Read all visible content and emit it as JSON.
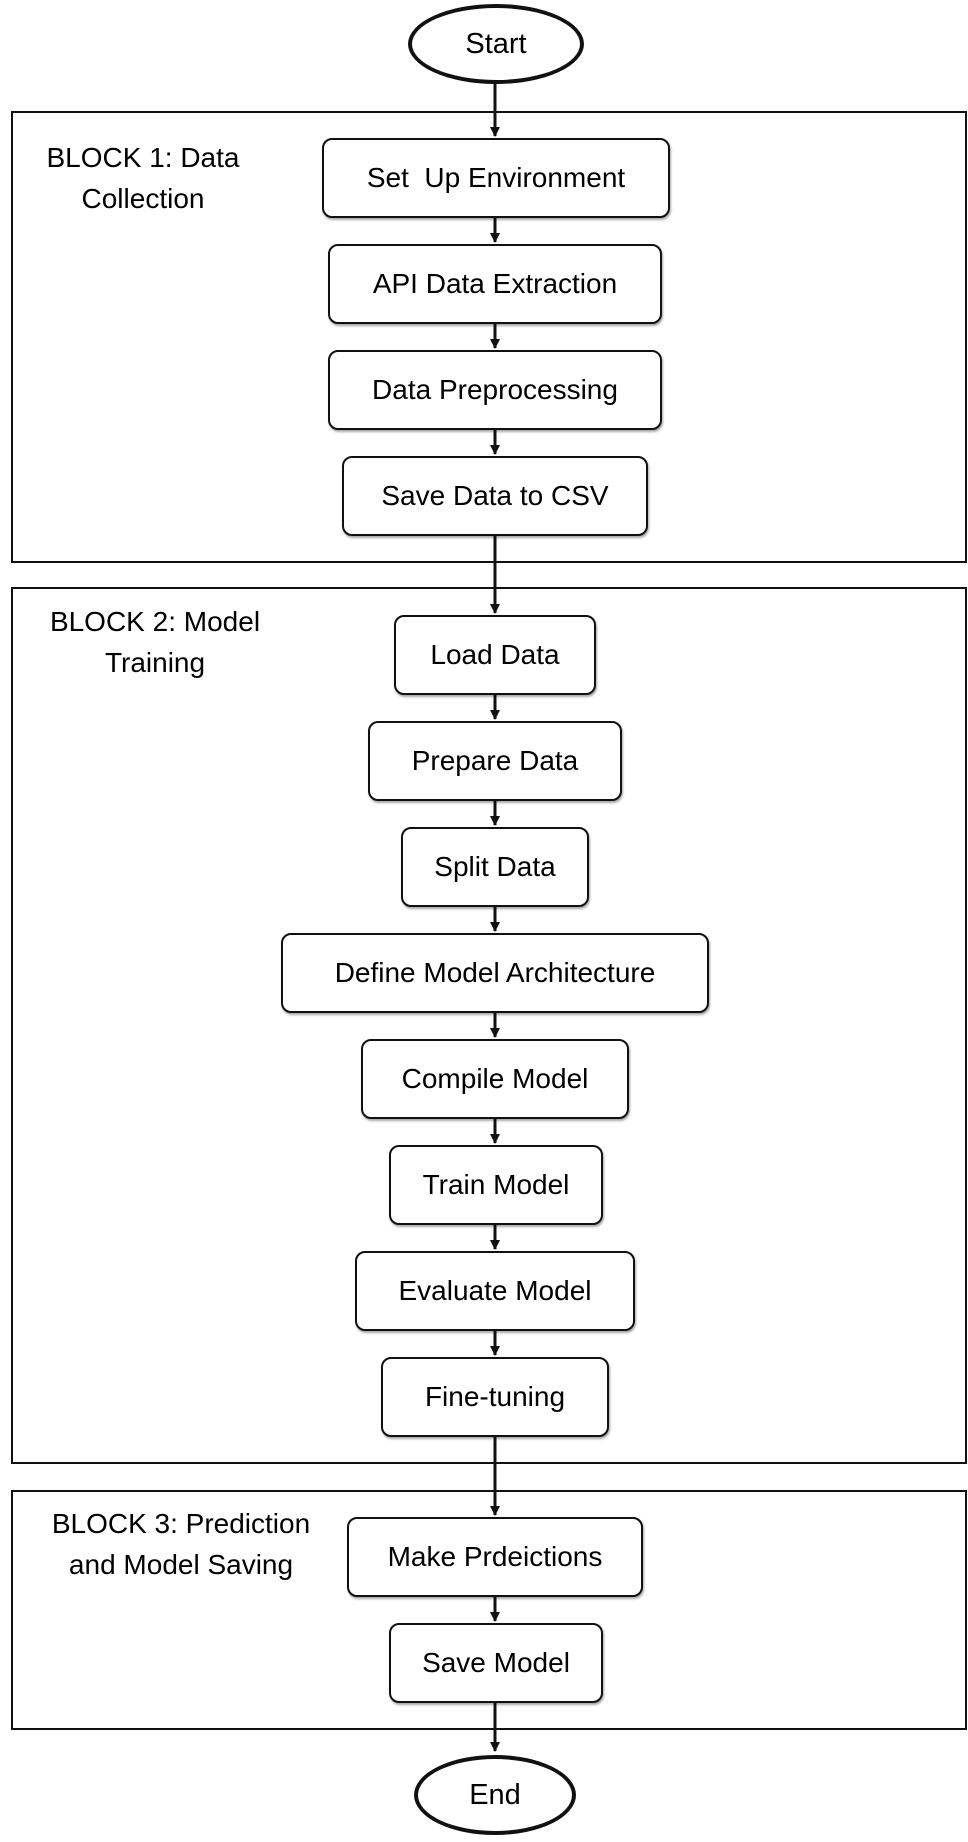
{
  "terminals": {
    "start": "Start",
    "end": "End"
  },
  "blocks": [
    {
      "title": "BLOCK 1: Data\nCollection",
      "steps": [
        "Set  Up Environment",
        "API Data Extraction",
        "Data Preprocessing",
        "Save Data to CSV"
      ]
    },
    {
      "title": "BLOCK 2: Model\nTraining",
      "steps": [
        "Load Data",
        "Prepare Data",
        "Split Data",
        "Define Model Architecture",
        "Compile Model",
        "Train Model",
        "Evaluate Model",
        "Fine-tuning"
      ]
    },
    {
      "title": "BLOCK 3: Prediction\nand Model Saving",
      "steps": [
        "Make Prdeictions",
        "Save Model"
      ]
    }
  ]
}
